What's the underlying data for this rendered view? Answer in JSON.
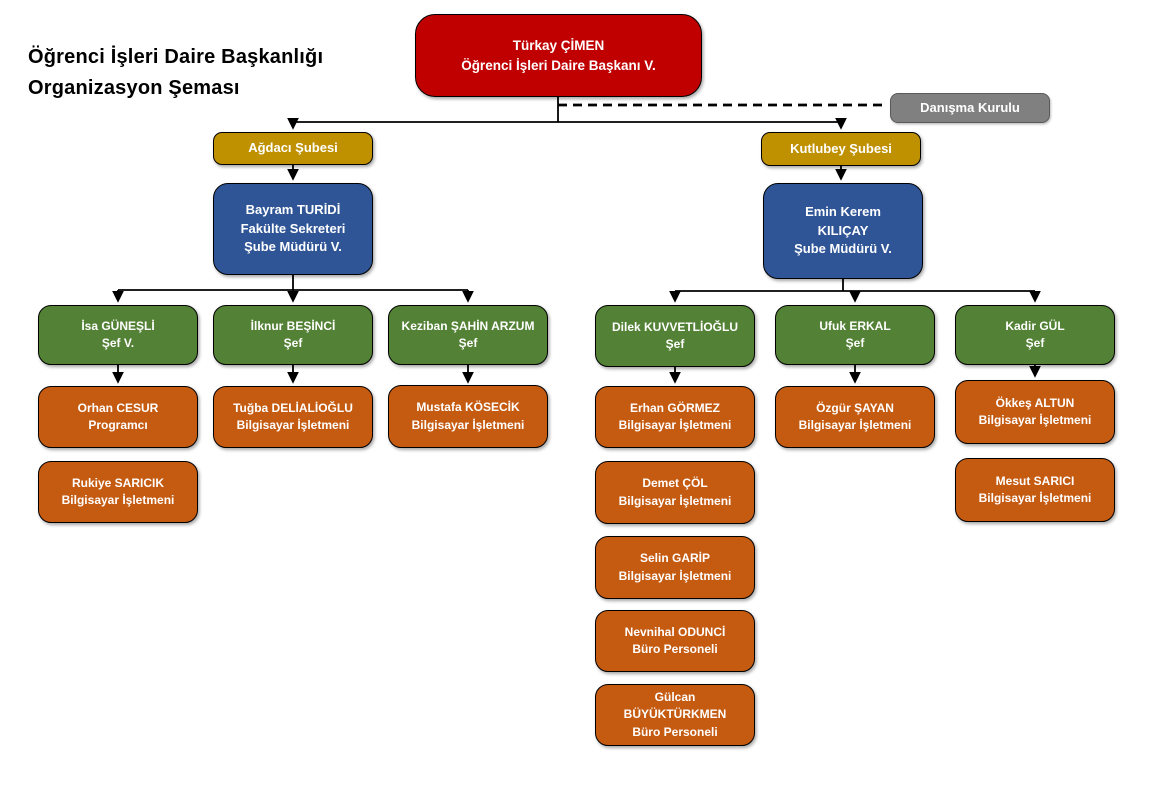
{
  "page": {
    "title": "Öğrenci İşleri Daire Başkanlığı\nOrganizasyon Şeması"
  },
  "colors": {
    "red": "#C00000",
    "gold": "#BF9000",
    "blue": "#2F5597",
    "green": "#538135",
    "orange": "#C55A11",
    "gray": "#808080",
    "grayBorder": "#595959",
    "line": "#000000"
  },
  "nodes": {
    "director": {
      "name": "Türkay ÇİMEN",
      "role": "Öğrenci İşleri Daire Başkanı V."
    },
    "advisory_board": {
      "label": "Danışma Kurulu"
    },
    "agdaci_branch": {
      "label": "Ağdacı Şubesi"
    },
    "kutlubey_branch": {
      "label": "Kutlubey Şubesi"
    },
    "agdaci_manager": {
      "name": "Bayram TURİDİ",
      "role": "Fakülte Sekreteri\nŞube Müdürü V."
    },
    "kutlubey_manager": {
      "name": "Emin Kerem\nKILIÇAY",
      "role": "Şube Müdürü V."
    },
    "isa": {
      "name": "İsa GÜNEŞLİ",
      "role": "Şef V."
    },
    "ilknur": {
      "name": "İlknur BEŞİNCİ",
      "role": "Şef"
    },
    "keziban": {
      "name": "Keziban ŞAHİN ARZUM",
      "role": "Şef"
    },
    "dilek": {
      "name": "Dilek KUVVETLİOĞLU",
      "role": "Şef"
    },
    "ufuk": {
      "name": "Ufuk ERKAL",
      "role": "Şef"
    },
    "kadir": {
      "name": "Kadir GÜL",
      "role": "Şef"
    },
    "orhan": {
      "name": "Orhan CESUR",
      "role": "Programcı"
    },
    "rukiye": {
      "name": "Rukiye SARICIK",
      "role": "Bilgisayar İşletmeni"
    },
    "tugba": {
      "name": "Tuğba DELİALİOĞLU",
      "role": "Bilgisayar İşletmeni"
    },
    "mustafa": {
      "name": "Mustafa KÖSECİK",
      "role": "Bilgisayar İşletmeni"
    },
    "erhan": {
      "name": "Erhan GÖRMEZ",
      "role": "Bilgisayar İşletmeni"
    },
    "demet": {
      "name": "Demet ÇÖL",
      "role": "Bilgisayar İşletmeni"
    },
    "selin": {
      "name": "Selin GARİP",
      "role": "Bilgisayar İşletmeni"
    },
    "nevnihal": {
      "name": "Nevnihal ODUNCİ",
      "role": "Büro Personeli"
    },
    "gulcan": {
      "name": "Gülcan BÜYÜKTÜRKMEN",
      "role": "Büro Personeli"
    },
    "ozgur": {
      "name": "Özgür ŞAYAN",
      "role": "Bilgisayar İşletmeni"
    },
    "okkes": {
      "name": "Ökkeş ALTUN",
      "role": "Bilgisayar İşletmeni"
    },
    "mesut": {
      "name": "Mesut SARICI",
      "role": "Bilgisayar İşletmeni"
    }
  }
}
